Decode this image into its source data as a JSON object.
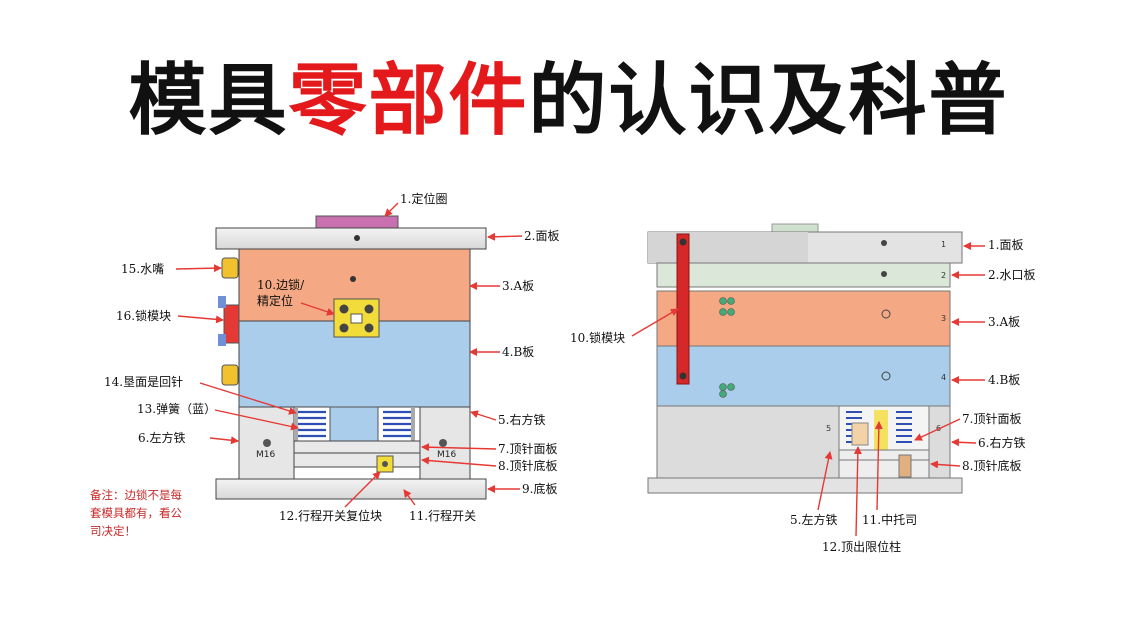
{
  "title": {
    "part1": "模具",
    "part2": "零部件",
    "part3": "的认识及科普"
  },
  "colors": {
    "title_black": "#111111",
    "title_red": "#e3191c",
    "a_plate": "#f4a883",
    "b_plate": "#a9cdea",
    "locating_ring": "#c870b0",
    "arrow_red": "#e53935",
    "spring_blue": "#2f4fb5"
  },
  "left_diagram": {
    "labels": {
      "l1": "1.定位圈",
      "l2": "2.面板",
      "l3": "3.A板",
      "l4": "4.B板",
      "l5": "5.右方铁",
      "l6": "6.左方铁",
      "l7": "7.顶针面板",
      "l8": "8.顶针底板",
      "l9": "9.底板",
      "l10a": "10.边锁/",
      "l10b": "精定位",
      "l11": "11.行程开关",
      "l12": "12.行程开关复位块",
      "l13": "13.弹簧（蓝）",
      "l14": "14.垦面是回针",
      "l15": "15.水嘴",
      "l16": "16.锁模块",
      "m16_left": "M16",
      "m16_right": "M16"
    },
    "note_lines": [
      "备注：边锁不是每",
      "套模具都有，看公",
      "司决定！"
    ]
  },
  "right_diagram": {
    "labels": {
      "r1": "1.面板",
      "r2": "2.水口板",
      "r3": "3.A板",
      "r4": "4.B板",
      "r5": "5.左方铁",
      "r6": "6.右方铁",
      "r7": "7.顶针面板",
      "r8": "8.顶针底板",
      "r10": "10.锁模块",
      "r11": "11.中托司",
      "r12": "12.顶出限位柱"
    },
    "plate_numbers": [
      "1",
      "2",
      "3",
      "4",
      "5",
      "6"
    ]
  }
}
